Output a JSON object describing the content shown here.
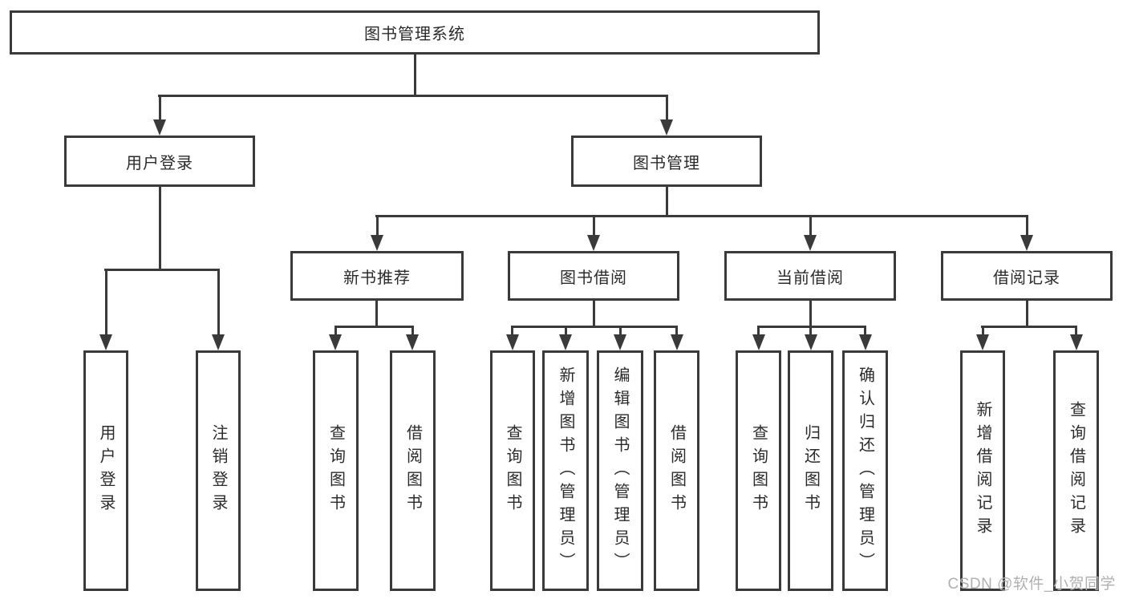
{
  "diagram_title": "图书管理系统",
  "tree": {
    "root": {
      "label": "图书管理系统"
    },
    "children": [
      {
        "label": "用户登录",
        "children": [
          {
            "label": "用户登录"
          },
          {
            "label": "注销登录"
          }
        ]
      },
      {
        "label": "图书管理",
        "children": [
          {
            "label": "新书推荐",
            "children": [
              {
                "label": "查询图书"
              },
              {
                "label": "借阅图书"
              }
            ]
          },
          {
            "label": "图书借阅",
            "children": [
              {
                "label": "查询图书"
              },
              {
                "label": "新增图书（管理员）"
              },
              {
                "label": "编辑图书（管理员）"
              },
              {
                "label": "借阅图书"
              }
            ]
          },
          {
            "label": "当前借阅",
            "children": [
              {
                "label": "查询图书"
              },
              {
                "label": "归还图书"
              },
              {
                "label": "确认归还（管理员）"
              }
            ]
          },
          {
            "label": "借阅记录",
            "children": [
              {
                "label": "新增借阅记录"
              },
              {
                "label": "查询借阅记录"
              }
            ]
          }
        ]
      }
    ]
  },
  "watermark": {
    "text": "CSDN @软件_小贺同学"
  },
  "colors": {
    "line": "#3a3a3a",
    "text": "#2b2b2b",
    "watermark": "#b0b0b0",
    "background": "#ffffff"
  }
}
